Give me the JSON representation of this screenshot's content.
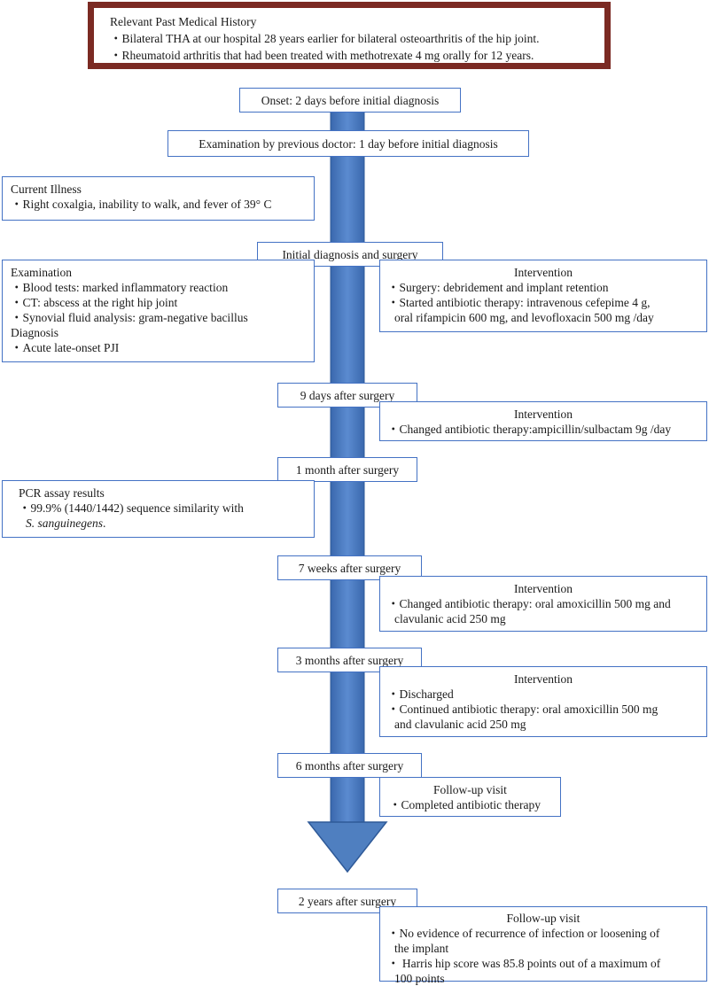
{
  "history": {
    "title": "Relevant Past Medical History",
    "items": [
      "・Bilateral THA at our hospital 28 years earlier for bilateral osteoarthritis of the hip joint.",
      "・Rheumatoid arthritis that had been treated with methotrexate 4 mg orally for 12 years."
    ]
  },
  "timeline": {
    "onset": "Onset: 2 days before initial diagnosis",
    "previous_exam": "Examination by previous doctor: 1 day before initial diagnosis",
    "initial": "Initial diagnosis and surgery",
    "day9": "9 days after surgery",
    "month1": "1 month after surgery",
    "week7": "7 weeks after surgery",
    "month3": "3 months after surgery",
    "month6": "6 months after surgery",
    "year2": "2 years after surgery"
  },
  "current_illness": {
    "title": "Current Illness",
    "items": [
      "・Right coxalgia, inability to walk, and fever of 39° C"
    ]
  },
  "examination": {
    "title": "Examination",
    "items": [
      "・Blood tests: marked inflammatory reaction",
      "・CT: abscess at the right hip joint",
      "・Synovial fluid analysis: gram-negative bacillus"
    ],
    "diagnosis_title": "Diagnosis",
    "diagnosis_items": [
      "・Acute late-onset PJI"
    ]
  },
  "intervention_initial": {
    "title": "Intervention",
    "lines": [
      "・Surgery: debridement and implant retention",
      "・Started antibiotic therapy: intravenous cefepime 4 g,",
      "oral rifampicin 600 mg, and levofloxacin 500 mg /day"
    ]
  },
  "intervention_day9": {
    "title": "Intervention",
    "lines": [
      "・Changed antibiotic therapy:ampicillin/sulbactam 9g /day"
    ]
  },
  "pcr": {
    "title": "PCR assay results",
    "line1": "・99.9% (1440/1442) sequence similarity with",
    "organism": "S. sanguinegens",
    "period": "."
  },
  "intervention_week7": {
    "title": "Intervention",
    "lines": [
      "・Changed antibiotic therapy: oral amoxicillin 500 mg and",
      "clavulanic acid 250 mg"
    ]
  },
  "intervention_month3": {
    "title": "Intervention",
    "lines": [
      "・Discharged",
      "・Continued antibiotic therapy: oral amoxicillin 500  mg",
      "and clavulanic acid 250 mg"
    ]
  },
  "followup_month6": {
    "title": "Follow-up visit",
    "lines": [
      "・Completed antibiotic therapy"
    ]
  },
  "followup_year2": {
    "title": "Follow-up visit",
    "lines": [
      "・No evidence of recurrence of infection or loosening of",
      "the implant",
      "・ Harris hip score was 85.8 points out of a maximum of",
      "100 points"
    ]
  },
  "colors": {
    "arrow": "#4f7fc0",
    "border": "#4472c4",
    "history_frame": "#7b2a23"
  }
}
